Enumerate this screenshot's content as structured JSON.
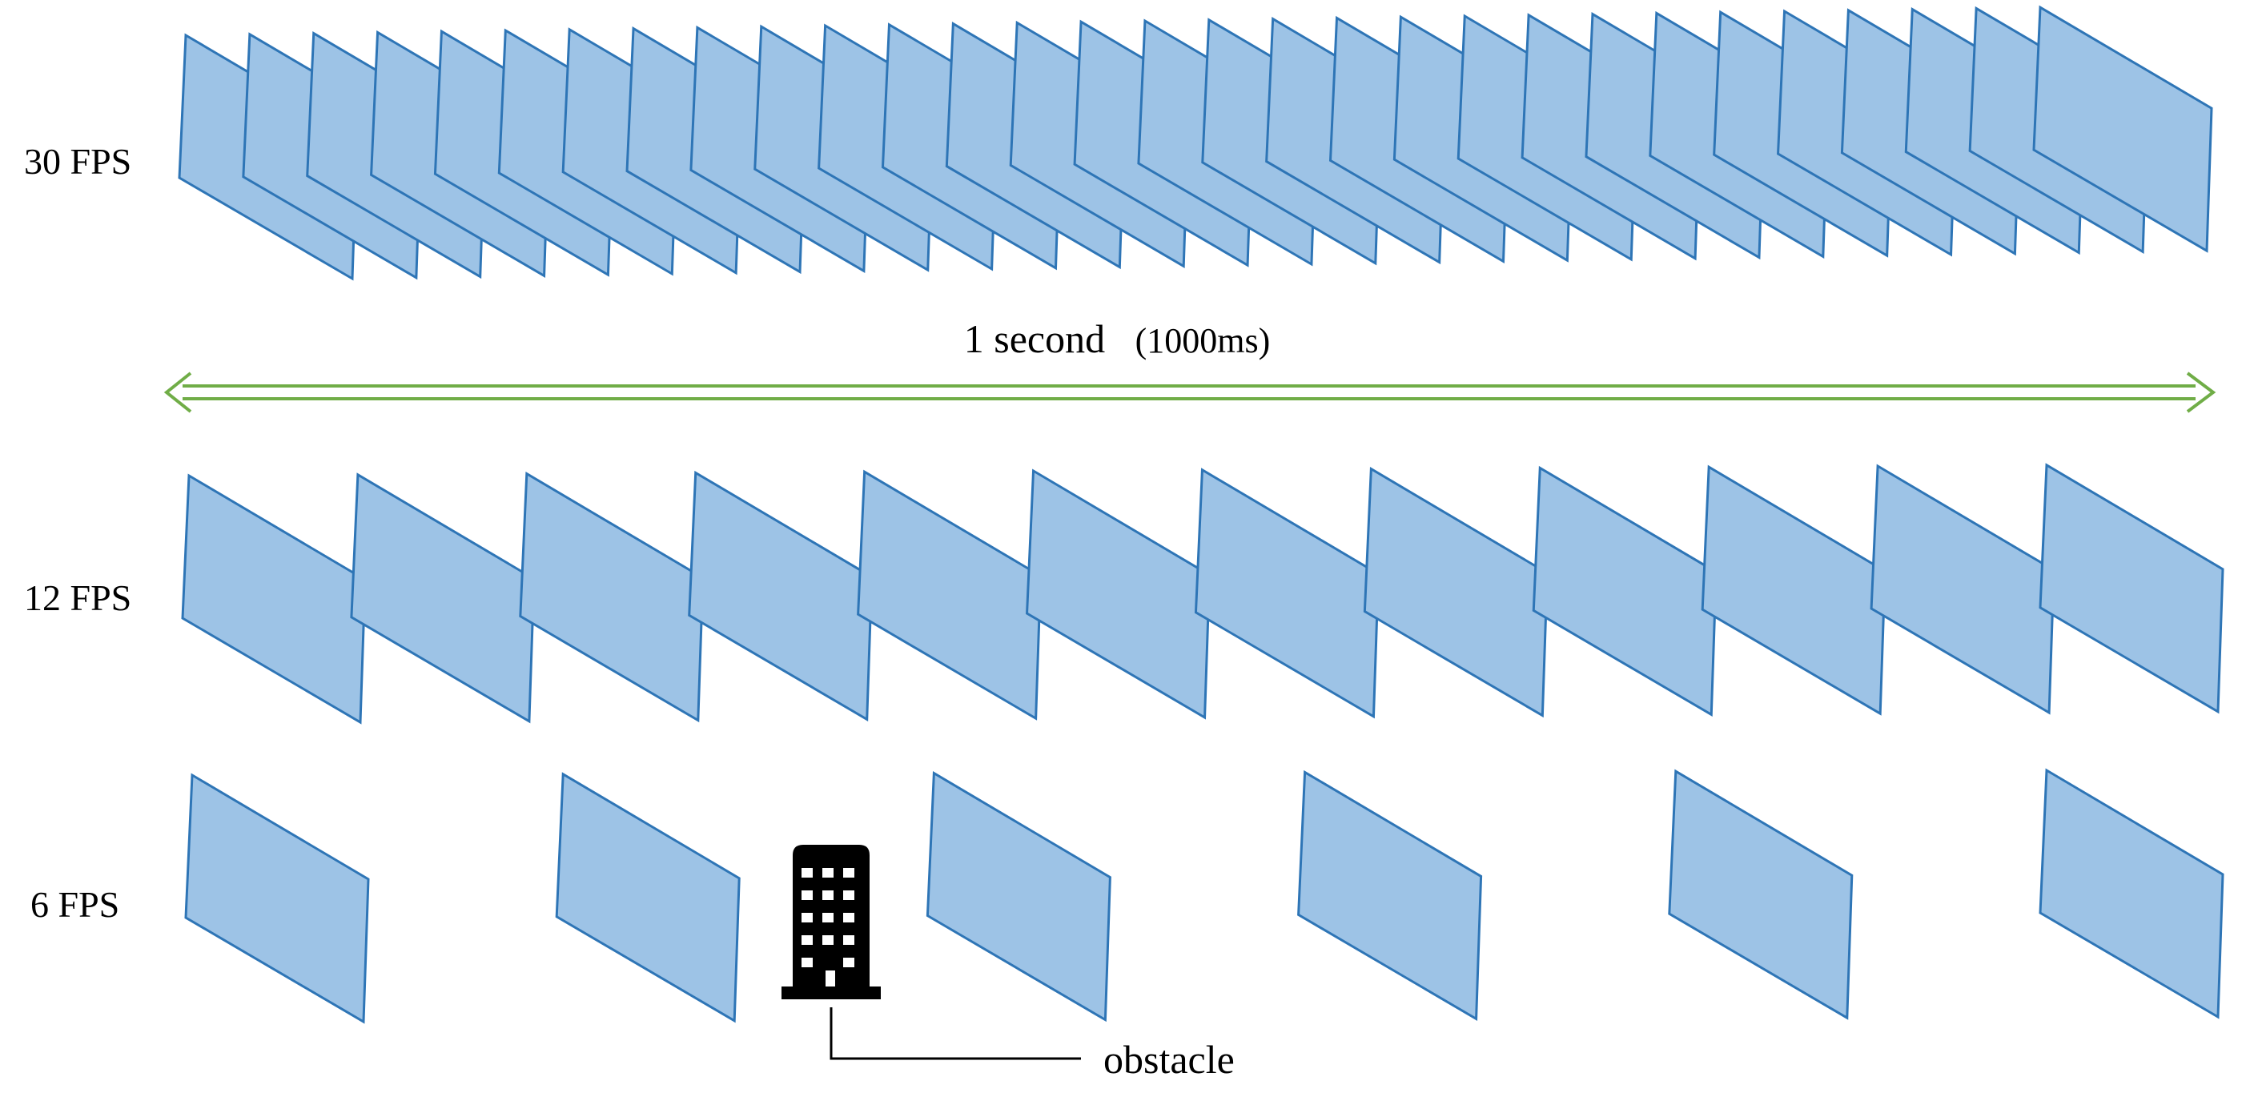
{
  "rows": [
    {
      "label": "30 FPS",
      "frame_count": 30
    },
    {
      "label": "12 FPS",
      "frame_count": 12
    },
    {
      "label": "6 FPS",
      "frame_count": 6
    }
  ],
  "duration": {
    "main": "1 second",
    "detail": "(1000ms)"
  },
  "obstacle": {
    "label": "obstacle",
    "icon": "building-icon"
  },
  "colors": {
    "frame_fill": "#9dc3e6",
    "frame_stroke": "#2e75b6",
    "arrow": "#70ad47",
    "icon": "#000000"
  }
}
